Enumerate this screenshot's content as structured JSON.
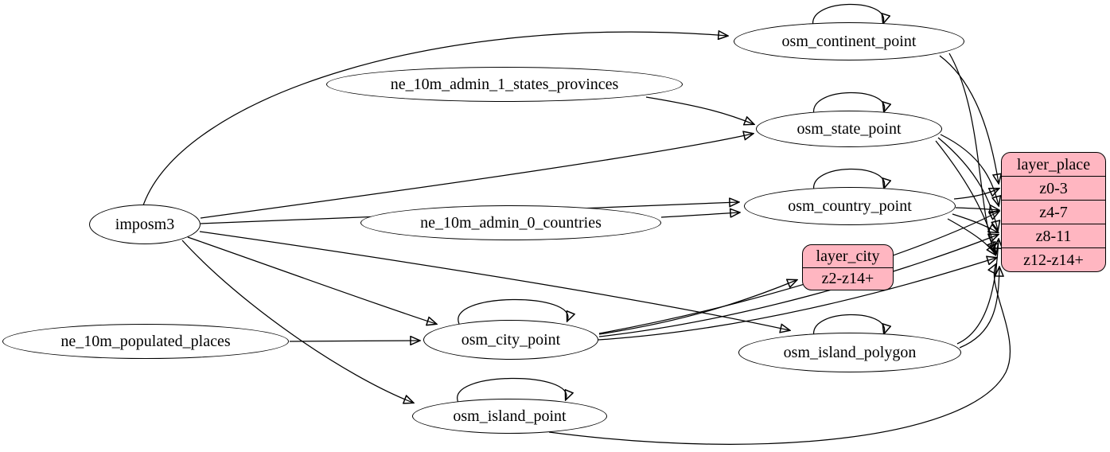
{
  "diagram": {
    "kind": "etl-dataflow-graph",
    "colors": {
      "background": "#ffffff",
      "edge_stroke": "#000000",
      "ellipse_fill": "#ffffff",
      "record_fill": "#ffb6c1",
      "text": "#000000"
    },
    "nodes": {
      "imposm3": {
        "label": "imposm3"
      },
      "ne_10m_admin_1_states_provinces": {
        "label": "ne_10m_admin_1_states_provinces"
      },
      "ne_10m_admin_0_countries": {
        "label": "ne_10m_admin_0_countries"
      },
      "ne_10m_populated_places": {
        "label": "ne_10m_populated_places"
      },
      "osm_continent_point": {
        "label": "osm_continent_point"
      },
      "osm_state_point": {
        "label": "osm_state_point"
      },
      "osm_country_point": {
        "label": "osm_country_point"
      },
      "osm_city_point": {
        "label": "osm_city_point"
      },
      "osm_island_polygon": {
        "label": "osm_island_polygon"
      },
      "osm_island_point": {
        "label": "osm_island_point"
      },
      "layer_place": {
        "title": "layer_place",
        "rows": [
          "z0-3",
          "z4-7",
          "z8-11",
          "z12-z14+"
        ]
      },
      "layer_city": {
        "title": "layer_city",
        "rows": [
          "z2-z14+"
        ]
      }
    },
    "edges": [
      {
        "from": "imposm3",
        "to": "osm_continent_point"
      },
      {
        "from": "imposm3",
        "to": "osm_state_point"
      },
      {
        "from": "imposm3",
        "to": "osm_country_point"
      },
      {
        "from": "imposm3",
        "to": "osm_city_point"
      },
      {
        "from": "imposm3",
        "to": "osm_island_polygon"
      },
      {
        "from": "imposm3",
        "to": "osm_island_point"
      },
      {
        "from": "ne_10m_admin_1_states_provinces",
        "to": "osm_state_point"
      },
      {
        "from": "ne_10m_admin_0_countries",
        "to": "osm_country_point"
      },
      {
        "from": "ne_10m_populated_places",
        "to": "osm_city_point"
      },
      {
        "from": "osm_continent_point",
        "to": "osm_continent_point",
        "self_loop": true
      },
      {
        "from": "osm_state_point",
        "to": "osm_state_point",
        "self_loop": true
      },
      {
        "from": "osm_country_point",
        "to": "osm_country_point",
        "self_loop": true
      },
      {
        "from": "osm_city_point",
        "to": "osm_city_point",
        "self_loop": true
      },
      {
        "from": "osm_island_polygon",
        "to": "osm_island_polygon",
        "self_loop": true
      },
      {
        "from": "osm_island_point",
        "to": "osm_island_point",
        "self_loop": true
      },
      {
        "from": "osm_continent_point",
        "to": "layer_place.z0-3"
      },
      {
        "from": "osm_continent_point",
        "to": "layer_place.z12-z14+"
      },
      {
        "from": "osm_state_point",
        "to": "layer_place.z4-7"
      },
      {
        "from": "osm_state_point",
        "to": "layer_place.z8-11"
      },
      {
        "from": "osm_state_point",
        "to": "layer_place.z12-z14+"
      },
      {
        "from": "osm_country_point",
        "to": "layer_place.z0-3"
      },
      {
        "from": "osm_country_point",
        "to": "layer_place.z4-7"
      },
      {
        "from": "osm_country_point",
        "to": "layer_place.z8-11"
      },
      {
        "from": "osm_country_point",
        "to": "layer_place.z12-z14+"
      },
      {
        "from": "osm_city_point",
        "to": "layer_city.z2-z14+"
      },
      {
        "from": "osm_city_point",
        "to": "layer_place.z4-7"
      },
      {
        "from": "osm_city_point",
        "to": "layer_place.z8-11"
      },
      {
        "from": "osm_city_point",
        "to": "layer_place.z12-z14+"
      },
      {
        "from": "osm_island_polygon",
        "to": "layer_place.z8-11"
      },
      {
        "from": "osm_island_polygon",
        "to": "layer_place.z12-z14+"
      },
      {
        "from": "osm_island_point",
        "to": "layer_place.z12-z14+"
      }
    ]
  }
}
